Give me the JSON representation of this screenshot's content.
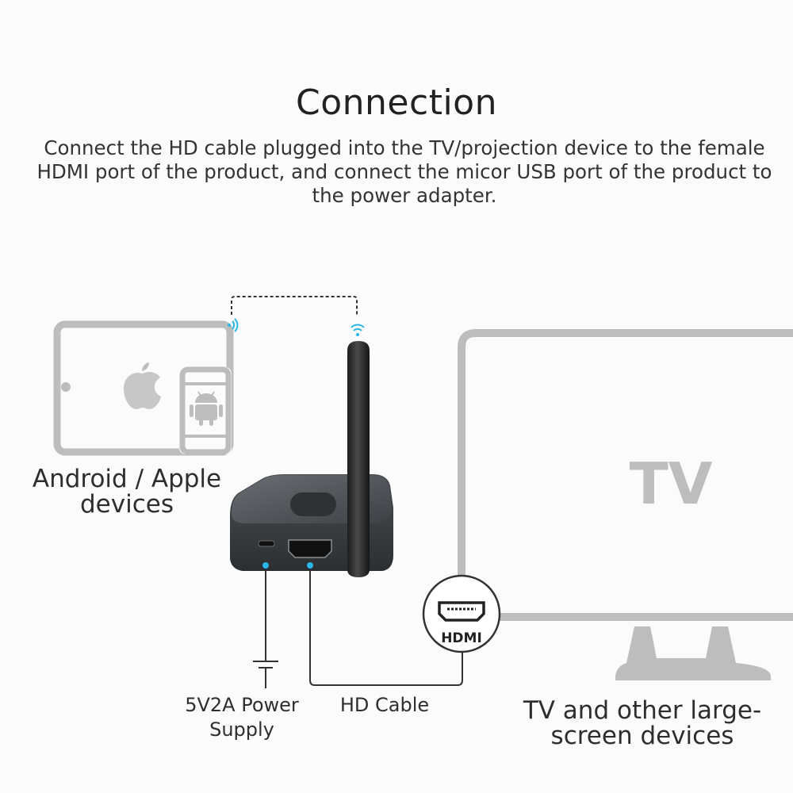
{
  "header": {
    "title": "Connection",
    "description": "Connect the HD cable plugged into the TV/projection device to the female HDMI port of the product, and connect the micor USB port of the product to the power adapter."
  },
  "labels": {
    "devices": "Android / Apple devices",
    "power": "5V2A Power Supply",
    "hd_cable": "HD Cable",
    "tv_devices": "TV and other large-screen devices",
    "tv_screen": "TV",
    "hdmi_badge": "HDMI"
  },
  "colors": {
    "device_gray": "#bdbdbd",
    "product_dark": "#3c4044",
    "indicator_dot": "#29b6e8",
    "line": "#333333"
  }
}
